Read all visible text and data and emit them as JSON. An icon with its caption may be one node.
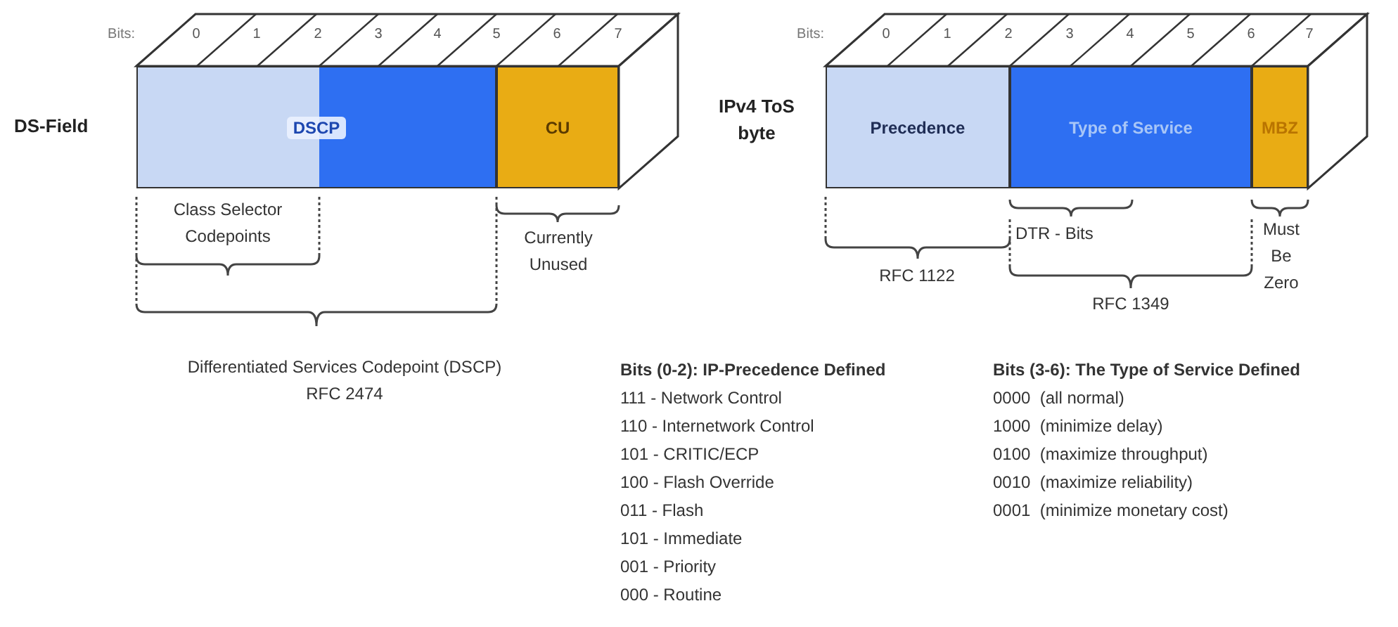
{
  "diagram": {
    "nodes": [
      {
        "text": [
          "DSCP"
        ]
      },
      {
        "text": [
          "CU"
        ]
      },
      {
        "text": [
          "Precedence"
        ]
      },
      {
        "text": [
          "Type of Service"
        ]
      },
      {
        "text": [
          "MBZ"
        ]
      }
    ],
    "edges": [],
    "labels": [
      "Bits:",
      "0",
      "1",
      "2",
      "3",
      "4",
      "5",
      "6",
      "7",
      "DS-Field",
      "Class Selector Codepoints",
      "Currently Unused",
      "Differentiated Services Codepoint (DSCP)",
      "RFC 2474",
      "Bits:",
      "0",
      "1",
      "2",
      "3",
      "4",
      "5",
      "6",
      "7",
      "IPv4 ToS byte",
      "DTR - Bits",
      "RFC 1122",
      "Must Be Zero",
      "RFC 1349",
      "Bits (0-2): IP-Precedence Defined",
      "111 - Network Control",
      "110 - Internetwork Control",
      "101 - CRITIC/ECP",
      "100 - Flash Override",
      "011 - Flash",
      "101 - Immediate",
      "001 - Priority",
      "000 - Routine",
      "Bits (3-6): The Type of Service Defined",
      "0000  (all normal)",
      "1000  (minimize delay)",
      "0100  (maximize throughput)",
      "0010  (maximize reliability)",
      "0001  (minimize monetary cost)"
    ]
  }
}
